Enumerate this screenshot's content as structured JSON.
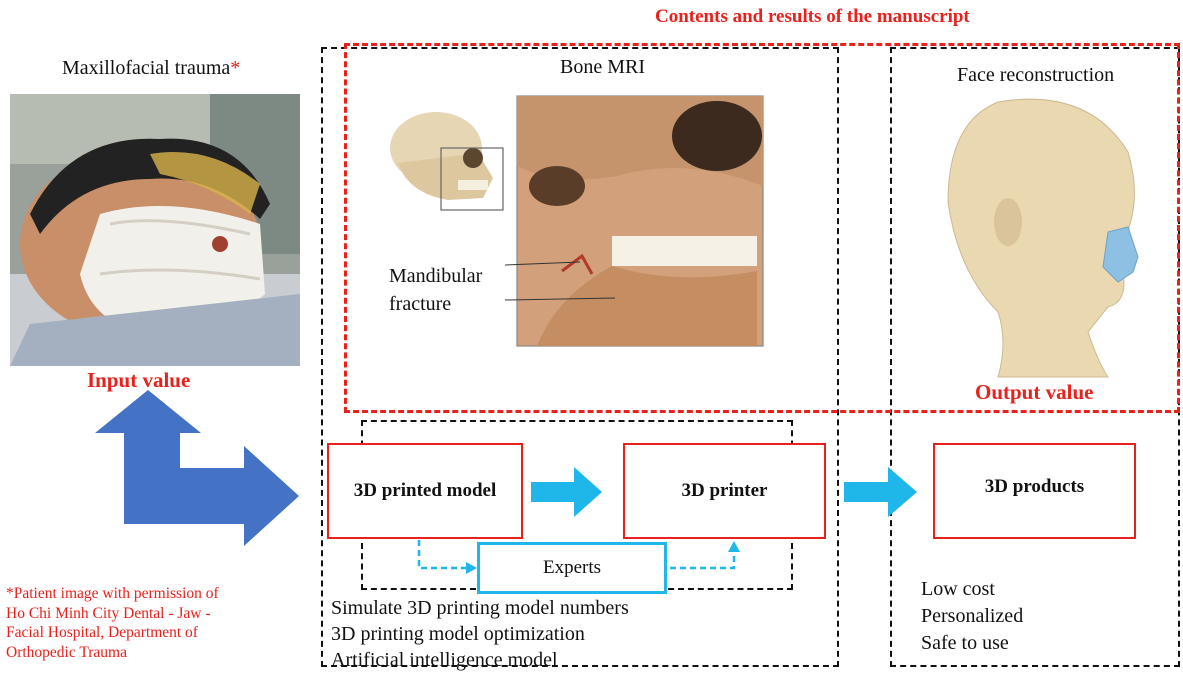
{
  "header": {
    "title": "Contents and results of the manuscript"
  },
  "left": {
    "caption_main": "Maxillofacial trauma",
    "caption_star": "*",
    "input_label": "Input value",
    "footnote": [
      "*Patient image with permission of",
      "Ho Chi Minh City Dental - Jaw -",
      "Facial Hospital, Department of",
      "Orthopedic Trauma"
    ]
  },
  "mri": {
    "title": "Bone MRI",
    "fracture_label": [
      "Mandibular",
      "fracture"
    ]
  },
  "right": {
    "title": "Face reconstruction",
    "output_label": "Output value",
    "benefits": [
      "Low cost",
      "Personalized",
      "Safe to use"
    ]
  },
  "process": {
    "model": "3D printed model",
    "printer": "3D printer",
    "products": "3D products",
    "experts": "Experts",
    "notes": [
      "Simulate 3D printing model numbers",
      "3D printing model optimization",
      "Artificial intelligence model"
    ]
  },
  "colors": {
    "red": "#e8211c",
    "blue_arrow": "#1fb6ea",
    "big_arrow": "#4472c4"
  }
}
